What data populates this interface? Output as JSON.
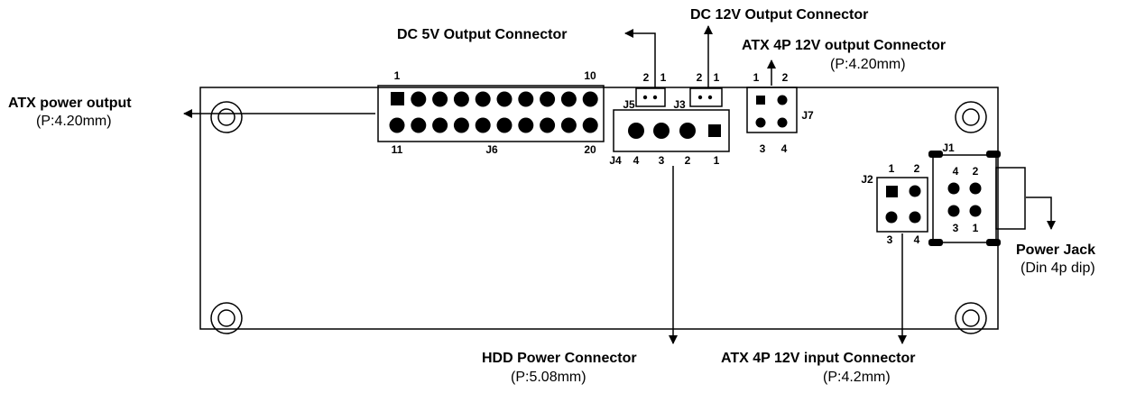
{
  "callouts": {
    "atx_power_output": {
      "title": "ATX power output",
      "pitch": "(P:4.20mm)"
    },
    "dc5v_output": {
      "title": "DC 5V Output Connector"
    },
    "dc12v_output": {
      "title": "DC 12V Output Connector"
    },
    "atx4p_output": {
      "title": "ATX 4P 12V output Connector",
      "pitch": "(P:4.20mm)"
    },
    "power_jack": {
      "title": "Power Jack",
      "pitch": "(Din 4p dip)"
    },
    "hdd_power": {
      "title": "HDD Power Connector",
      "pitch": "(P:5.08mm)"
    },
    "atx4p_input": {
      "title": "ATX 4P 12V input Connector",
      "pitch": "(P:4.2mm)"
    }
  },
  "connectors": {
    "J6": {
      "ref": "J6",
      "pin_first": "1",
      "pin_row1_last": "10",
      "pin_row2_first": "11",
      "pin_last": "20"
    },
    "J5": {
      "ref": "J5",
      "pins": [
        "2",
        "1"
      ]
    },
    "J3": {
      "ref": "J3",
      "pins": [
        "2",
        "1"
      ]
    },
    "J4": {
      "ref": "J4",
      "pins": [
        "4",
        "3",
        "2",
        "1"
      ]
    },
    "J7": {
      "ref": "J7",
      "pins": [
        "1",
        "2",
        "3",
        "4"
      ]
    },
    "J2": {
      "ref": "J2",
      "pins": [
        "1",
        "2",
        "3",
        "4"
      ]
    },
    "J1": {
      "ref": "J1",
      "pins": [
        "4",
        "2",
        "3",
        "1"
      ]
    }
  }
}
